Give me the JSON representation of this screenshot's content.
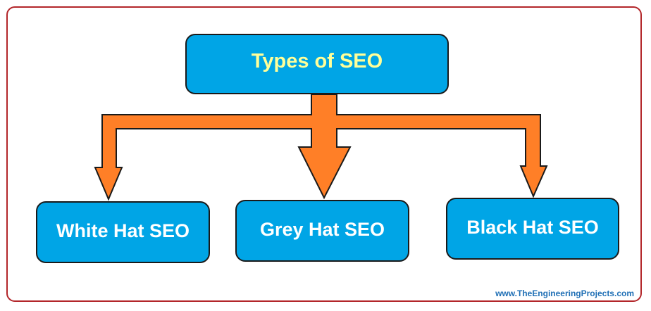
{
  "diagram": {
    "root": {
      "label": "Types of SEO",
      "text_color": "#ffff99"
    },
    "children": [
      {
        "label": "White Hat SEO"
      },
      {
        "label": "Grey Hat SEO"
      },
      {
        "label": "Black Hat SEO"
      }
    ],
    "colors": {
      "box_fill": "#00a5e6",
      "box_border": "#1a1a1a",
      "arrow_fill": "#ff7f27",
      "frame_border": "#b3262a"
    }
  },
  "watermark": "www.TheEngineeringProjects.com"
}
